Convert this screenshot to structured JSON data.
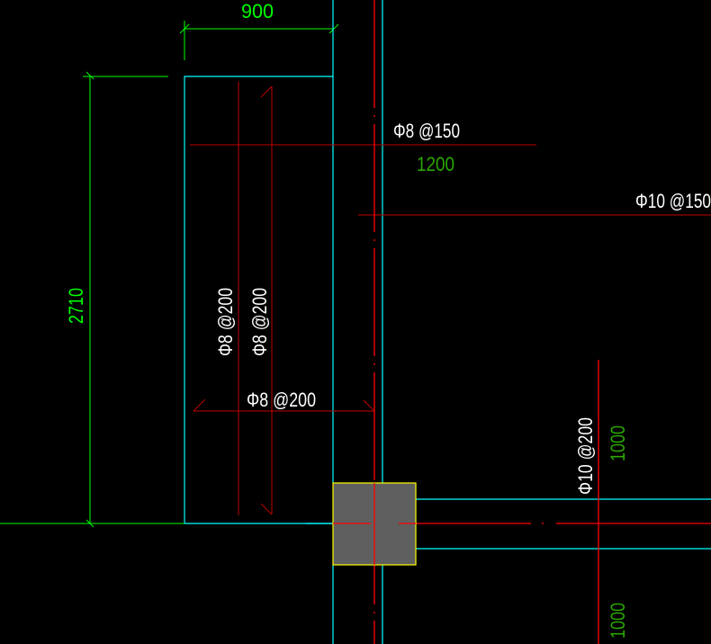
{
  "dimensions": {
    "top_width": "900",
    "left_height": "2710",
    "horizontal_span": "1200",
    "right_upper": "1000",
    "right_lower": "1000"
  },
  "rebar_labels": {
    "top_horizontal": "Φ8 @150",
    "right_horizontal": "Φ10 @150",
    "vertical_left": "Φ8 @200",
    "vertical_right": "Φ8 @200",
    "bottom_horizontal": "Φ8 @200",
    "right_vertical": "Φ10 @200"
  },
  "colors": {
    "wall": "#00ffff",
    "dimension": "#00ff00",
    "rebar": "#c00000",
    "axis": "#ff0000",
    "column_fill": "#5f5f5f",
    "column_edge": "#ffff00",
    "text": "#ffffff"
  }
}
